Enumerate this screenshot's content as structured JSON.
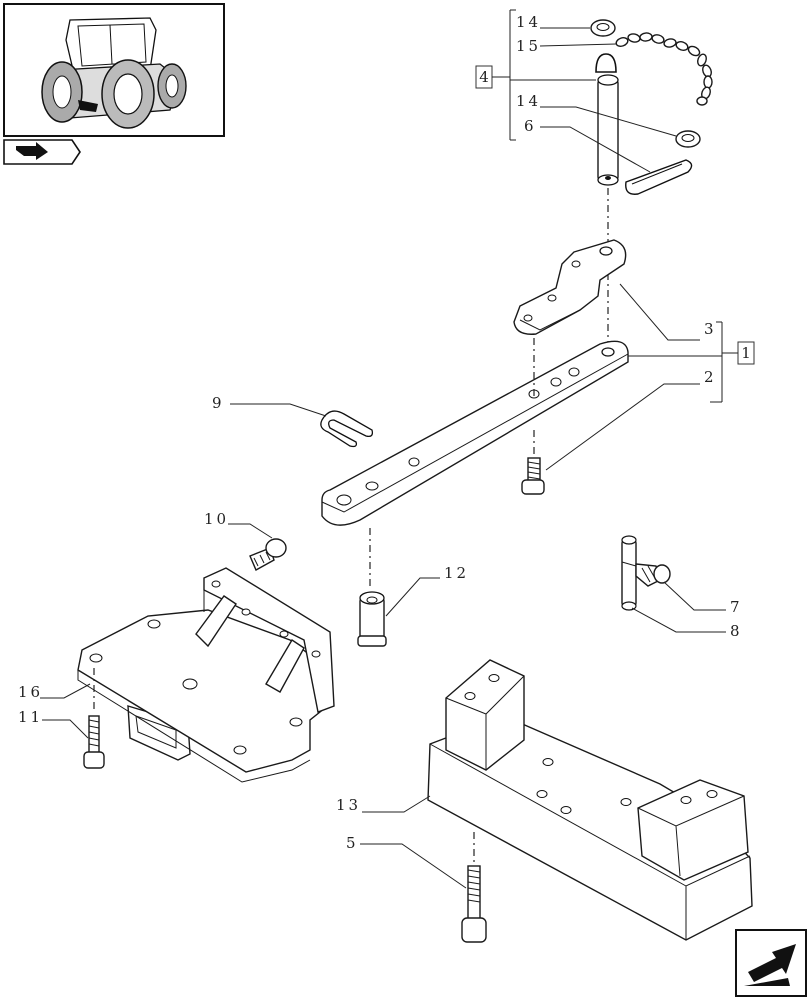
{
  "icons": {
    "thumbnail": "tractor-thumbnail-icon",
    "nav_previous": "previous-page-arrow-icon",
    "nav_next": "next-page-arrow-icon"
  },
  "callouts": {
    "c14a": "14",
    "c15": "15",
    "c4": "4",
    "c14b": "14",
    "c6": "6",
    "c3": "3",
    "c1": "1",
    "c2": "2",
    "c9": "9",
    "c10": "10",
    "c12": "12",
    "c7": "7",
    "c8": "8",
    "c16": "16",
    "c11": "11",
    "c13": "13",
    "c5": "5"
  }
}
